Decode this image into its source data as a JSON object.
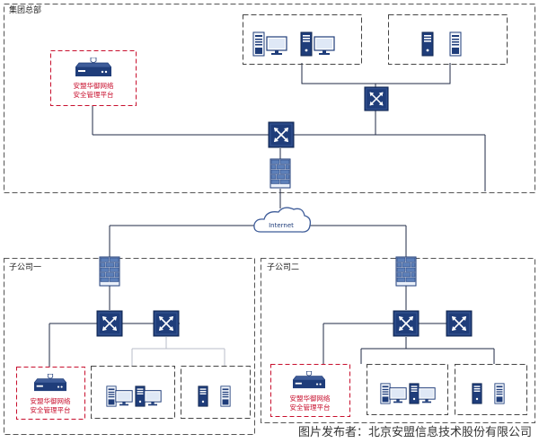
{
  "regions": {
    "hq": "集团总部",
    "sub1": "子公司一",
    "sub2": "子公司二"
  },
  "mgmt_platform": {
    "line1": "安盟华御网络",
    "line2": "安全管理平台"
  },
  "internet_label": "Internet",
  "credit": "图片发布者：北京安盟信息技术股份有限公司",
  "colors": {
    "device_blue": "#1f3d7a",
    "device_light": "#eef3fb",
    "mgmt_red": "#c8102e",
    "firewall_brick": "#5c7fb8"
  },
  "icons": {
    "switch": "switch-icon",
    "firewall": "firewall-icon",
    "server": "server-icon",
    "workstation": "workstation-icon",
    "management": "security-appliance-icon",
    "cloud": "cloud-icon"
  }
}
